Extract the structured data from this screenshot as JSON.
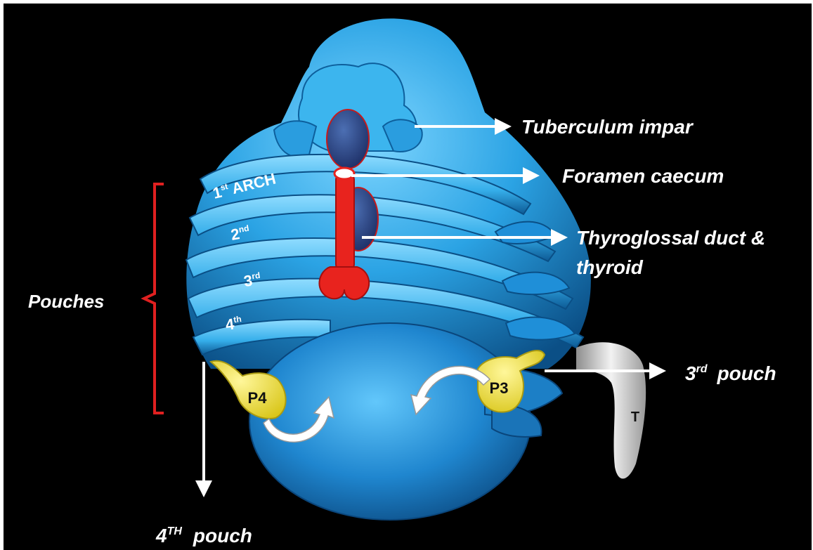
{
  "diagram": {
    "labels": {
      "tuberculum": "Tuberculum impar",
      "foramen": "Foramen caecum",
      "thyro_line1": "Thyroglossal duct &",
      "thyro_line2": "thyroid",
      "pouches": "Pouches",
      "pouch3_base": "3",
      "pouch3_sup": "rd",
      "pouch3_word": "pouch",
      "pouch4_base": "4",
      "pouch4_sup": "TH",
      "pouch4_word": "pouch"
    },
    "arches": {
      "first_base": "1",
      "first_sup": "st",
      "first_word": "ARCH",
      "second_base": "2",
      "second_sup": "nd",
      "third_base": "3",
      "third_sup": "rd",
      "fourth_base": "4",
      "fourth_sup": "th"
    },
    "structures": {
      "p4": "P4",
      "p3": "P3",
      "t": "T"
    },
    "colors": {
      "background": "#000000",
      "pharynx": "#29a3e6",
      "pharynx_dark": "#0d5f9c",
      "thyroid": "#e8231e",
      "pouch_structure": "#f2e93a",
      "bracket": "#e02020",
      "label": "#ffffff"
    }
  }
}
